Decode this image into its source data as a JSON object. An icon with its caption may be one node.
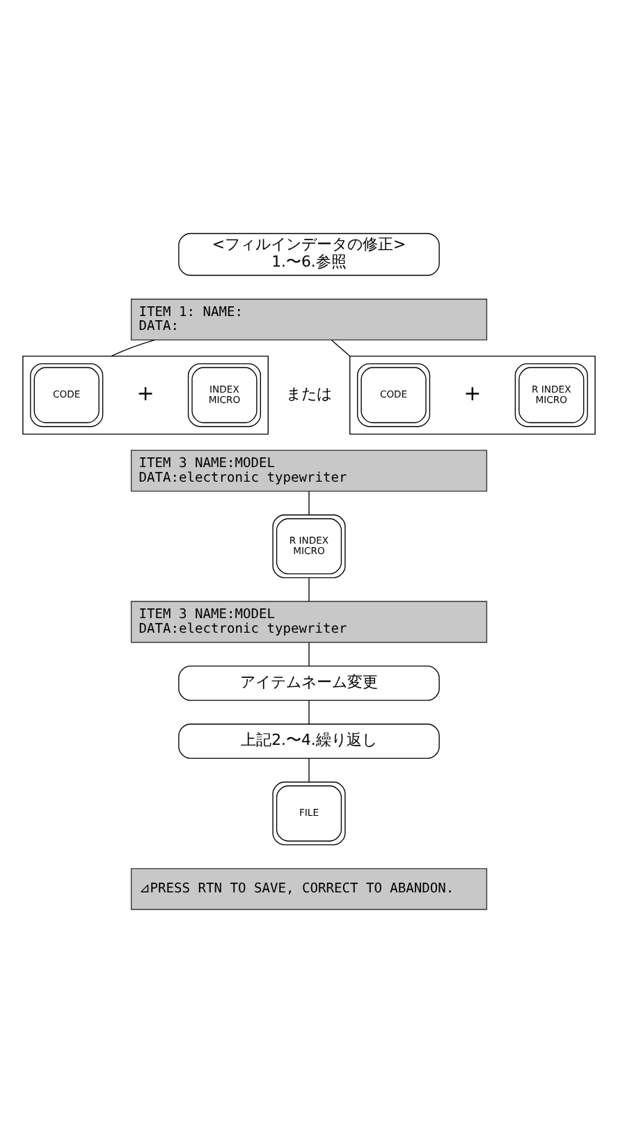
{
  "diagram": {
    "nodes": [
      {
        "text": [
          "<フィルインデータの修正>",
          "1.〜6.参照"
        ]
      },
      {
        "text": [
          "ITEM 1: NAME:",
          "DATA:"
        ]
      },
      {
        "text": [],
        "shape": "box"
      },
      {
        "text": [
          "CODE"
        ],
        "in": 2
      },
      {
        "text": [
          "INDEX MICRO"
        ],
        "in": 2
      },
      {
        "text": [],
        "shape": "box"
      },
      {
        "text": [
          "CODE"
        ],
        "in": 5
      },
      {
        "text": [
          "R INDEX MICRO"
        ],
        "in": 5
      },
      {
        "text": [
          "ITEM 3 NAME:MODEL",
          "DATA:electronic typewriter"
        ]
      },
      {
        "text": [
          "R INDEX MICRO"
        ]
      },
      {
        "text": [
          "ITEM 3 NAME:MODEL",
          "DATA:electronic typewriter"
        ]
      },
      {
        "text": [
          "アイテムネーム変更"
        ]
      },
      {
        "text": [
          "上記2.〜4.繰り返し"
        ]
      },
      {
        "text": [
          "FILE"
        ]
      },
      {
        "text": [
          "⊿PRESS RTN TO SAVE, CORRECT TO ABANDON."
        ]
      }
    ],
    "edges": [
      {
        "from": 1,
        "to": 2,
        "arrow": "none"
      },
      {
        "from": 1,
        "to": 5,
        "arrow": "none"
      },
      {
        "from": 8,
        "to": 9,
        "arrow": "none"
      },
      {
        "from": 9,
        "to": 10,
        "arrow": "none"
      },
      {
        "from": 10,
        "to": 11,
        "arrow": "none"
      },
      {
        "from": 11,
        "to": 12,
        "arrow": "none"
      },
      {
        "from": 12,
        "to": 13,
        "arrow": "none"
      }
    ],
    "labels": [
      "+",
      "または",
      "+"
    ]
  }
}
